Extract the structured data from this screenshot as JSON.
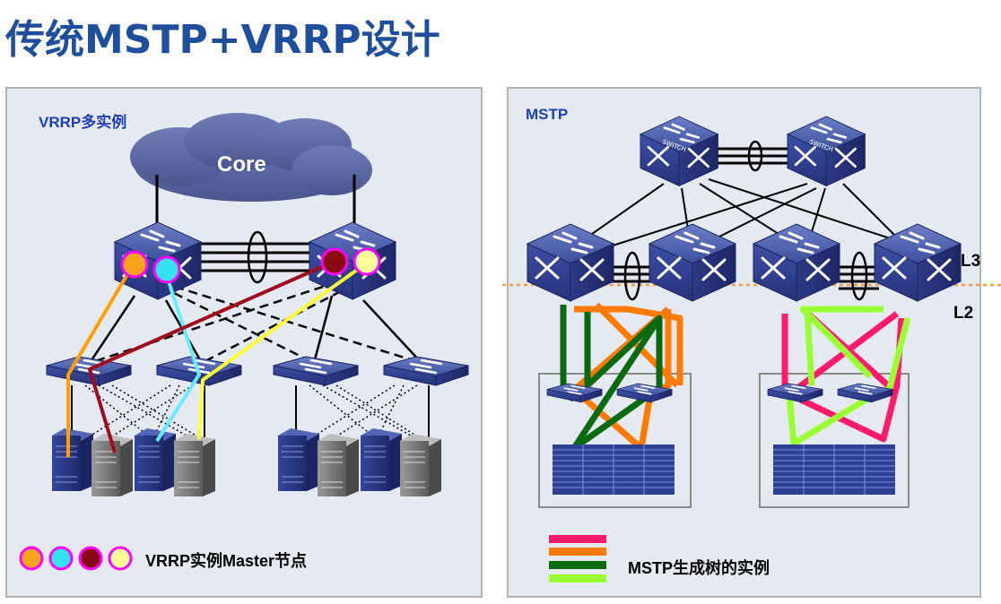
{
  "title": "传统MSTP+VRRP设计",
  "left_panel": {
    "label": "VRRP多实例",
    "cloud_label": "Core",
    "legend_text": "VRRP实例Master节点",
    "master_colors": [
      "#f5a31a",
      "#35e0f0",
      "#8a0a14",
      "#ffff99"
    ],
    "path_colors": [
      "#ff9f00",
      "#66eeff",
      "#a00a1e",
      "#ffff33"
    ]
  },
  "right_panel": {
    "label": "MSTP",
    "layer_l3": "L3",
    "layer_l2": "L2",
    "legend_text": "MSTP生成树的实例",
    "instance_colors": [
      "#ff1b6b",
      "#ff7a00",
      "#0a6a10",
      "#99ff33"
    ],
    "switch_label": "SWITCH"
  }
}
